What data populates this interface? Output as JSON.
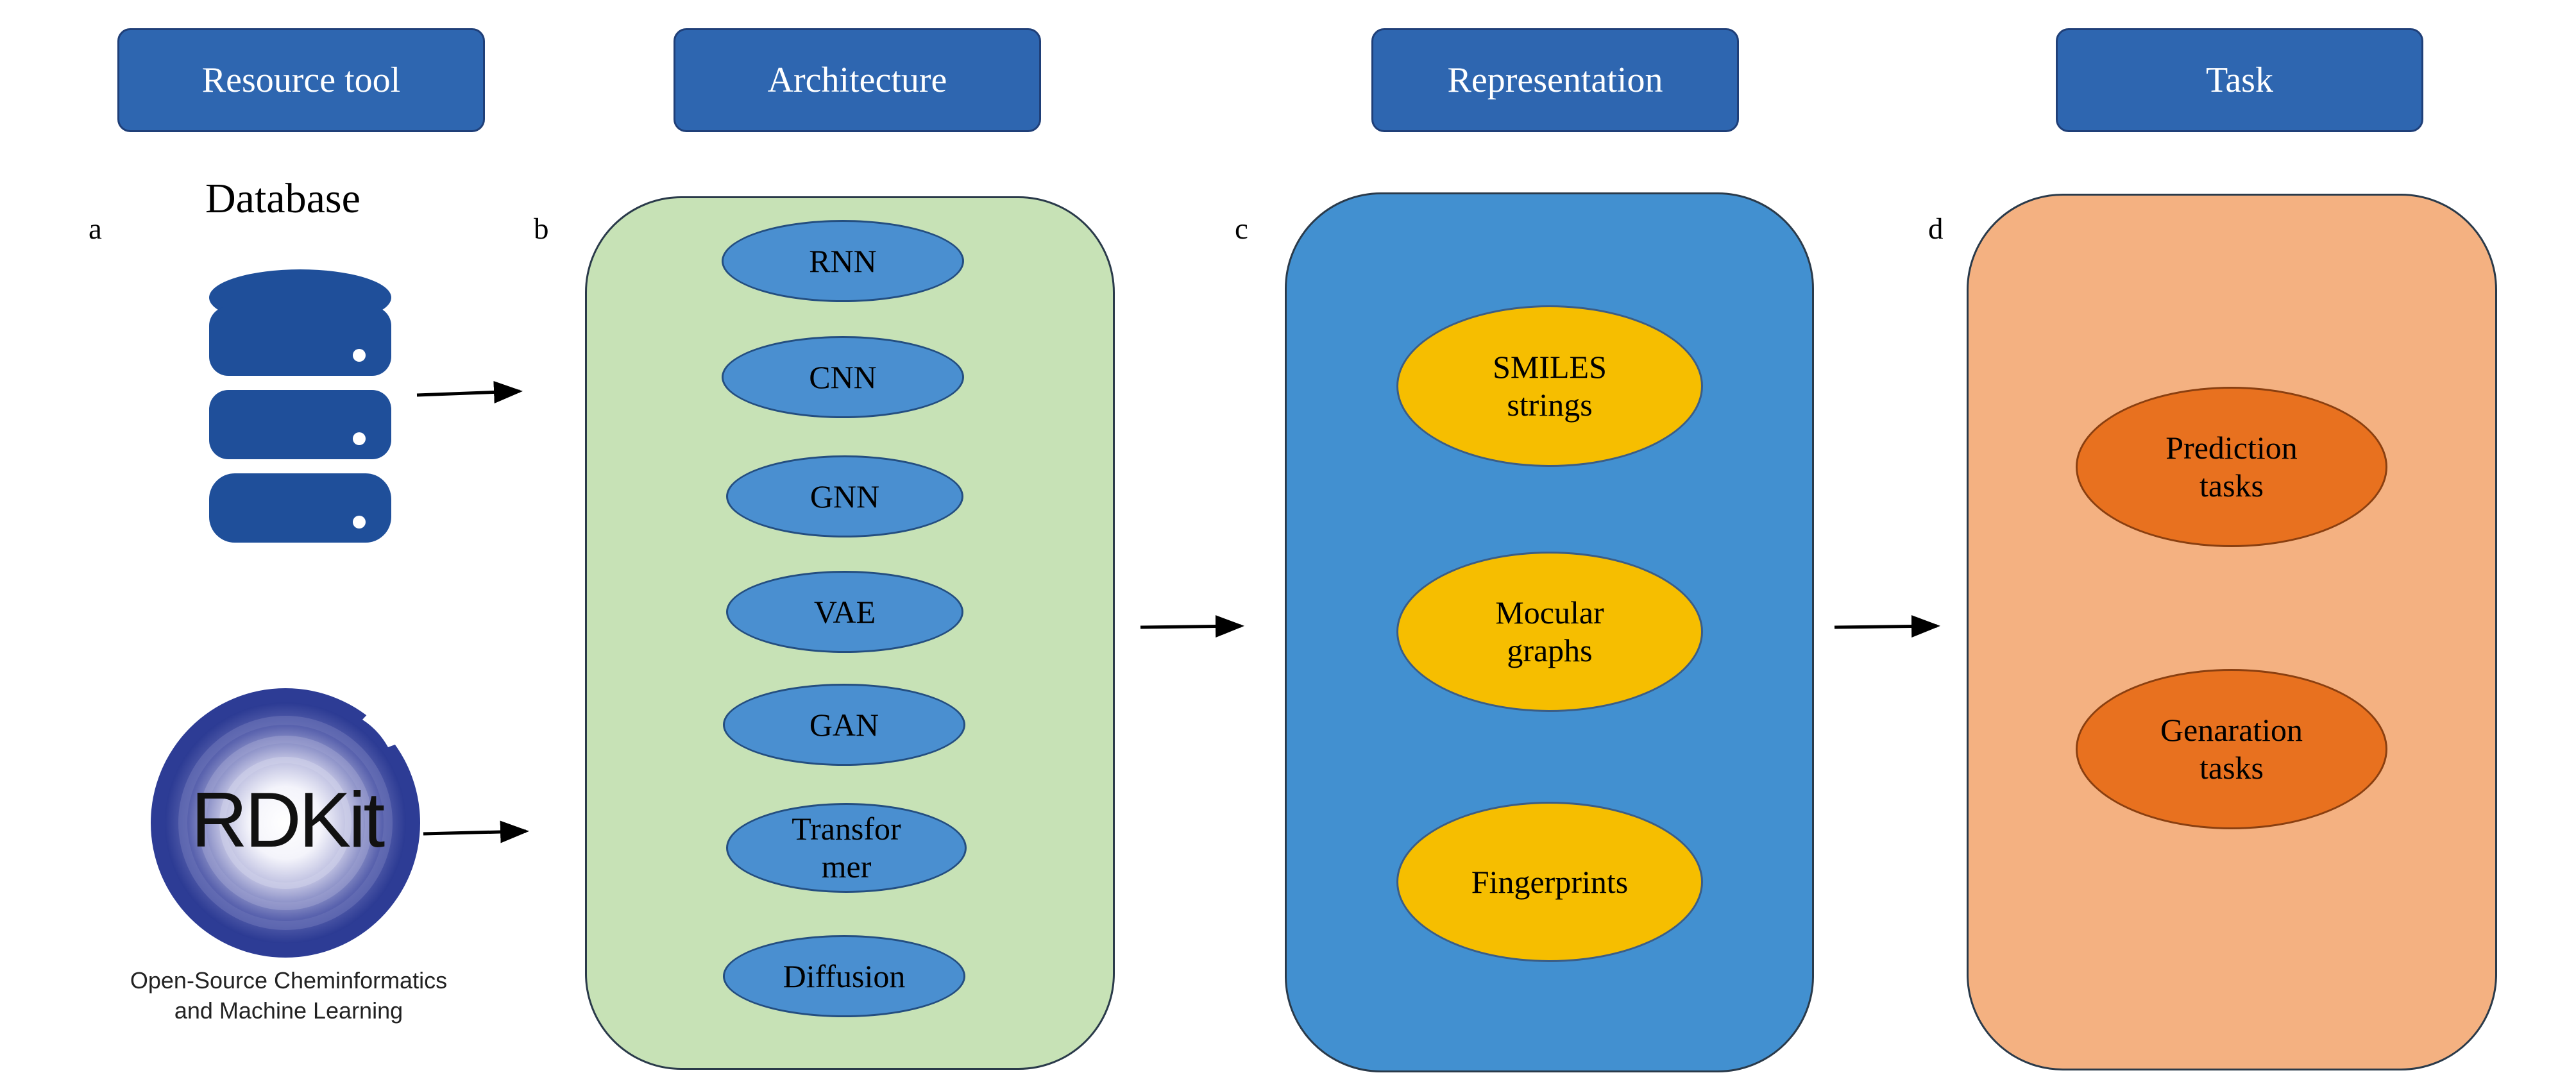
{
  "headers": {
    "resource": "Resource tool",
    "architecture": "Architecture",
    "representation": "Representation",
    "task": "Task"
  },
  "letters": {
    "a": "a",
    "b": "b",
    "c": "c",
    "d": "d"
  },
  "database": {
    "label": "Database"
  },
  "rdkit": {
    "logo_text": "RDKit",
    "caption_line1": "Open-Source Cheminformatics",
    "caption_line2": "and Machine Learning"
  },
  "architecture": {
    "items": [
      "RNN",
      "CNN",
      "GNN",
      "VAE",
      "GAN",
      "Transfor\nmer",
      "Diffusion"
    ]
  },
  "representation": {
    "items": [
      "SMILES\nstrings",
      "Mocular\ngraphs",
      "Fingerprints"
    ]
  },
  "task": {
    "items": [
      "Prediction\ntasks",
      "Genaration\ntasks"
    ]
  },
  "colors": {
    "header": "#2e66b0",
    "architecture_panel": "#c7e2b6",
    "representation_panel": "#4290d0",
    "task_panel": "#f4b181",
    "architecture_node": "#4a8fd0",
    "representation_node": "#f6be00",
    "task_node": "#e8711f",
    "database_icon": "#1f4f9a"
  }
}
